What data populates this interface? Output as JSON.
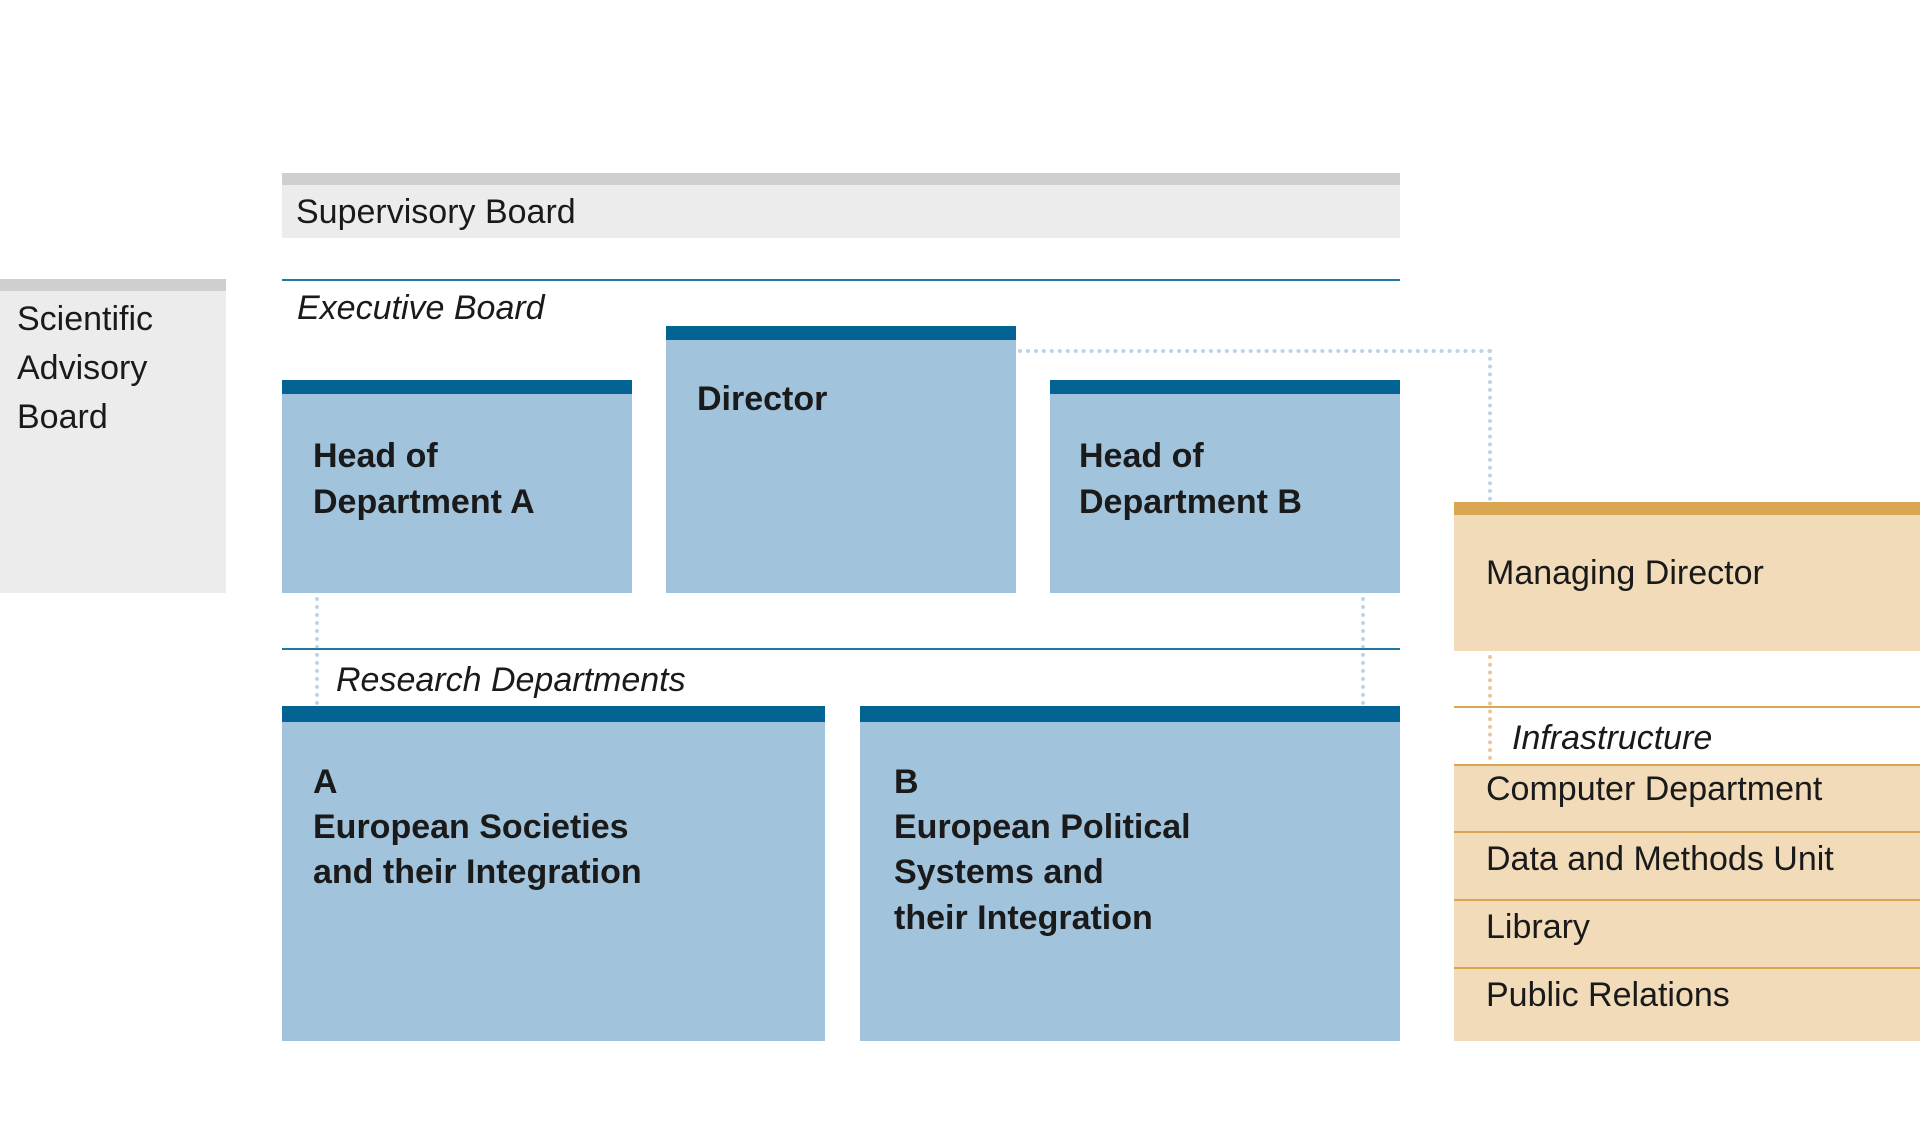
{
  "supervisory_board": {
    "label": "Supervisory Board"
  },
  "scientific_advisory_board": {
    "label": "Scientific\nAdvisory\nBoard"
  },
  "executive_board": {
    "heading": "Executive Board",
    "head_a": "Head of\nDepartment A",
    "director": "Director",
    "head_b": "Head of\nDepartment B"
  },
  "research_departments": {
    "heading": "Research Departments",
    "dept_a": "A\nEuropean Societies\nand their Integration",
    "dept_b": "B\nEuropean Political\nSystems and\ntheir Integration"
  },
  "managing_director": {
    "label": "Managing Director"
  },
  "infrastructure": {
    "heading": "Infrastructure",
    "items": [
      "Computer Department",
      "Data and Methods Unit",
      "Library",
      "Public Relations"
    ]
  },
  "colors": {
    "blue_fill": "#a1c3dc",
    "blue_accent": "#036493",
    "orange_fill": "#f1dbb9",
    "orange_accent": "#d9a651",
    "grey_fill": "#ececec"
  }
}
